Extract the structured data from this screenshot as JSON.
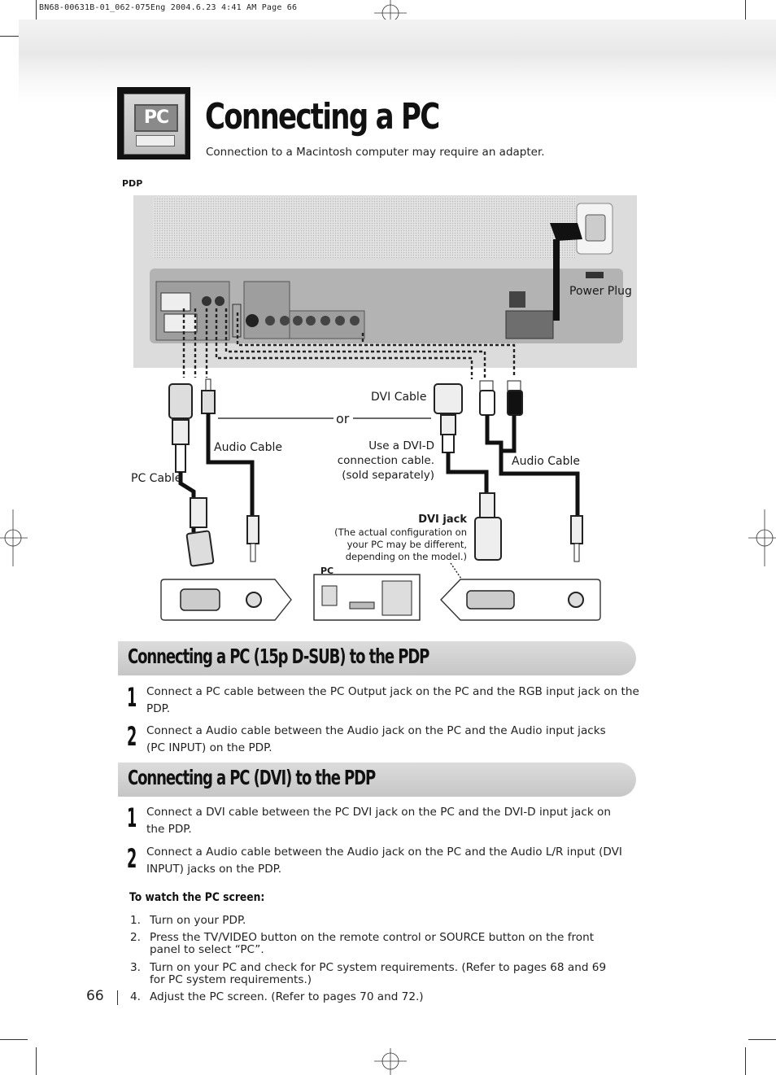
{
  "print_header": "BN68-00631B-01_062-075Eng  2004.6.23  4:41 AM  Page 66",
  "title_badge": {
    "label": "PC",
    "icon": "pc-monitor-icon"
  },
  "page_title": "Connecting a PC",
  "subtitle": "Connection to a Macintosh computer may require an adapter.",
  "diagram": {
    "pdp_label": "PDP",
    "pc_label": "PC",
    "power_plug": "Power Plug",
    "dvi_cable": "DVI Cable",
    "or": "or",
    "audio_cable_left": "Audio Cable",
    "audio_cable_right": "Audio Cable",
    "pc_cable": "PC Cable",
    "dvi_d_note": [
      "Use a DVI-D",
      "connection cable.",
      "(sold separately)"
    ],
    "dvi_jack_title": "DVI jack",
    "dvi_jack_note": [
      "(The actual configuration on",
      "your PC may be different,",
      "depending on the model.)"
    ]
  },
  "sections": [
    {
      "heading": "Connecting a PC (15p D-SUB) to the PDP",
      "steps": [
        {
          "num": "1",
          "text": "Connect a PC cable between the PC Output jack on the PC and the RGB input jack on the PDP."
        },
        {
          "num": "2",
          "text": "Connect a Audio cable between the Audio jack on the PC and the Audio input jacks (PC INPUT) on the PDP."
        }
      ]
    },
    {
      "heading": "Connecting a PC (DVI) to the PDP",
      "steps": [
        {
          "num": "1",
          "text": "Connect a DVI cable between the PC DVI jack on the PC and the DVI-D input jack on the PDP."
        },
        {
          "num": "2",
          "text": "Connect a Audio cable between the Audio jack on the PC and the Audio L/R input (DVI INPUT) jacks on the PDP."
        }
      ]
    }
  ],
  "watch": {
    "heading": "To watch the PC screen:",
    "items": [
      {
        "n": "1.",
        "text": "Turn on your PDP."
      },
      {
        "n": "2.",
        "text": "Press the TV/VIDEO button on the remote control or SOURCE button on the front panel to select “PC”."
      },
      {
        "n": "3.",
        "text": "Turn on your PC and check for PC system requirements. (Refer to pages 68 and 69 for PC system requirements.)"
      },
      {
        "n": "4.",
        "text": "Adjust the PC screen. (Refer to pages 70 and 72.)"
      }
    ]
  },
  "page_number": "66"
}
